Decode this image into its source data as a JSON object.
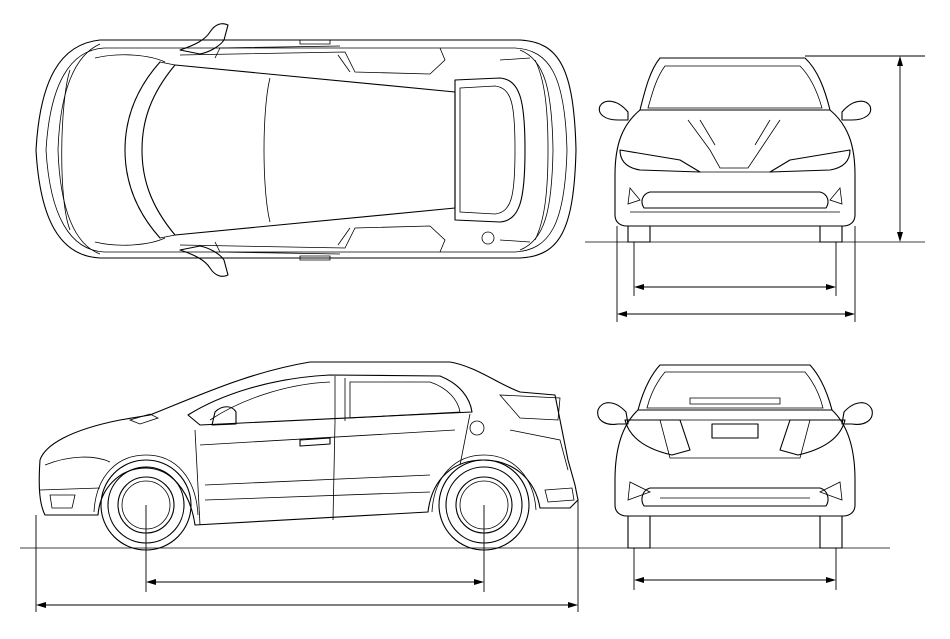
{
  "drawing": {
    "subject": "",
    "views": [
      "top-view",
      "front-view",
      "side-view",
      "rear-view"
    ],
    "dimension_lines": [
      "wheelbase",
      "overall-length",
      "front-track",
      "overall-width",
      "overall-height",
      "rear-track"
    ],
    "line_color": "#000000",
    "background": "#ffffff"
  }
}
